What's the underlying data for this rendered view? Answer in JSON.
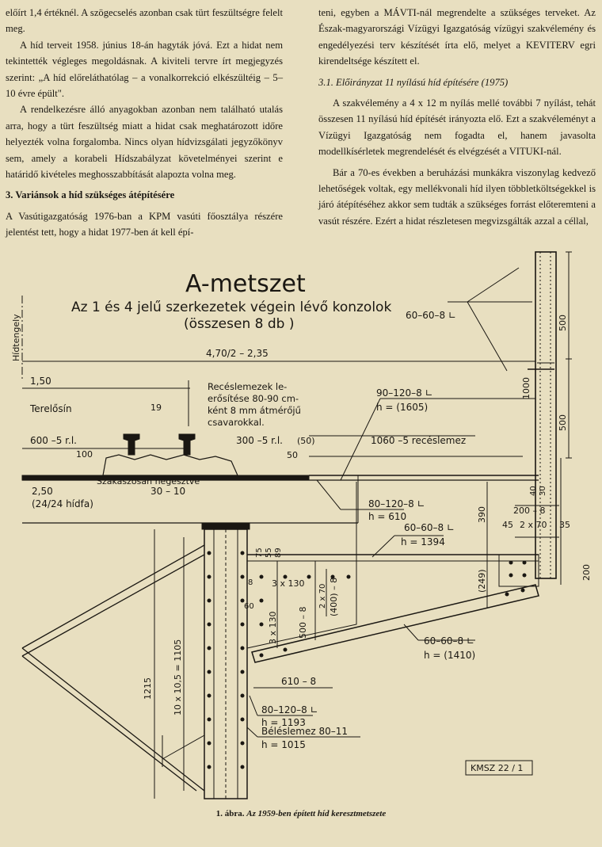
{
  "left_column": {
    "p1": "előírt 1,4 értéknél. A szögecselés azonban csak türt feszültségre felelt meg.",
    "p2": "A híd terveit 1958. június 18-án hagyták jóvá. Ezt a hidat nem tekintették végleges megoldásnak. A kiviteli tervre írt megjegyzés szerint: „A híd előreláthatólag – a vonalkorrekció elkészültéig – 5–10 évre épült\".",
    "p3": "A rendelkezésre álló anyagokban azonban nem található utalás arra, hogy a türt feszültség miatt a hidat csak meghatározott időre helyezték volna forgalomba. Nincs olyan hídvizsgálati jegyzőkönyv sem, amely a korabeli Hídszabályzat követelményei szerint e határidő kivételes meghosszabbítását alapozta volna meg.",
    "h3": "3.  Variánsok a híd szükséges átépítésére",
    "p4": "A Vasútigazgatóság 1976-ban a KPM vasúti főosztálya részére jelentést tett, hogy a hidat 1977-ben át kell épí-"
  },
  "right_column": {
    "p1": "teni, egyben a MÁVTI-nál megrendelte a szükséges terveket. Az Észak-magyarországi Vízügyi Igazgatóság vízügyi szakvélemény és engedélyezési terv készítését írta elő, melyet a KEVITERV egri kirendeltsége készített el.",
    "h4": "3.1.  Előirányzat 11 nyílású híd építésére (1975)",
    "p2": "A szakvélemény a 4 x 12 m nyílás mellé további 7 nyílást, tehát összesen 11 nyílású híd építését irányozta elő. Ezt a szakvéleményt a Vízügyi Igazgatóság nem fogadta el, hanem javasolta modellkísérletek megrendelését és elvégzését a VITUKI-nál.",
    "p3": "Bár a 70-es években a beruházási munkákra viszonylag kedvező lehetőségek voltak, egy mellékvonali híd ilyen többletköltségekkel is járó átépítéséhez akkor sem tudták a szükséges forrást előteremteni a vasút részére. Ezért a hidat részletesen megvizsgálták azzal a céllal,"
  },
  "drawing": {
    "title": "A-metszet",
    "subtitle1": "Az 1 és 4 jelű szerkezetek végein lévő konzolok",
    "subtitle2": "(összesen 8 db )",
    "hidtengely": "Hídtengely",
    "dim_470": "4,70/2 – 2,35",
    "dim_150": "1,50",
    "tereloesin": "Terelősín",
    "dim_19": "19",
    "dim_600": "600 –5 r.l.",
    "dim_100": "100",
    "szakaszosan": "Szakaszosan hegesztve",
    "dim_250": "2,50",
    "dim_3010": "30 – 10",
    "hidfa": "(24/24 hídfa)",
    "recese1": "Recéslemezek le-",
    "recese2": "erősítése 80-90 cm-",
    "recese3": "ként 8 mm átmérőjű",
    "recese4": "csavarokkal.",
    "dim_300": "300 –5 r.l.",
    "dim_50a": "(50)",
    "dim_50b": "50",
    "recesl": "1060 –5 recéslemez",
    "l60a": "60–60–8 ∟",
    "l90": "90–120–8 ∟",
    "h1605": "h = (1605)",
    "l80a": "80–120–8 ∟",
    "h610": "h = 610",
    "l60b": "60–60–8 ∟",
    "h1394": "h = 1394",
    "l60c": "60–60–8 ∟",
    "h1410": "h = (1410)",
    "dim_610": "610 – 8",
    "l80b": "80–120–8 ∟",
    "h1193": "h = 1193",
    "beles": "Béléslemez  80–11",
    "h1015": "h = 1015",
    "dim_1215": "1215",
    "dim_1105": "10 x 10,5 = 1105",
    "dim_3x130a": "3 x 130",
    "dim_3x130b": "3 x 130",
    "dim_5008": "500 – 8",
    "dim_4008": "(400) – 8",
    "dim_2x70a": "2 x 70",
    "dim_2x70b": "2 x 70",
    "dim_500a": "500",
    "dim_500b": "500",
    "dim_1000": "1000",
    "dim_390": "390",
    "dim_249": "(249)",
    "dim_2008": "200 – 8",
    "dim_45": "45",
    "dim_35": "35",
    "dim_200": "200",
    "dim_40": "40",
    "dim_30": "30",
    "dim_60": "60",
    "dim_75": "75",
    "dim_55": "55",
    "dim_8": "8",
    "dim_89": "89",
    "kmsz": "KMSZ 22 / 1"
  },
  "caption": {
    "label": "1. ábra.",
    "text": "Az 1959-ben épített híd keresztmetszete"
  }
}
